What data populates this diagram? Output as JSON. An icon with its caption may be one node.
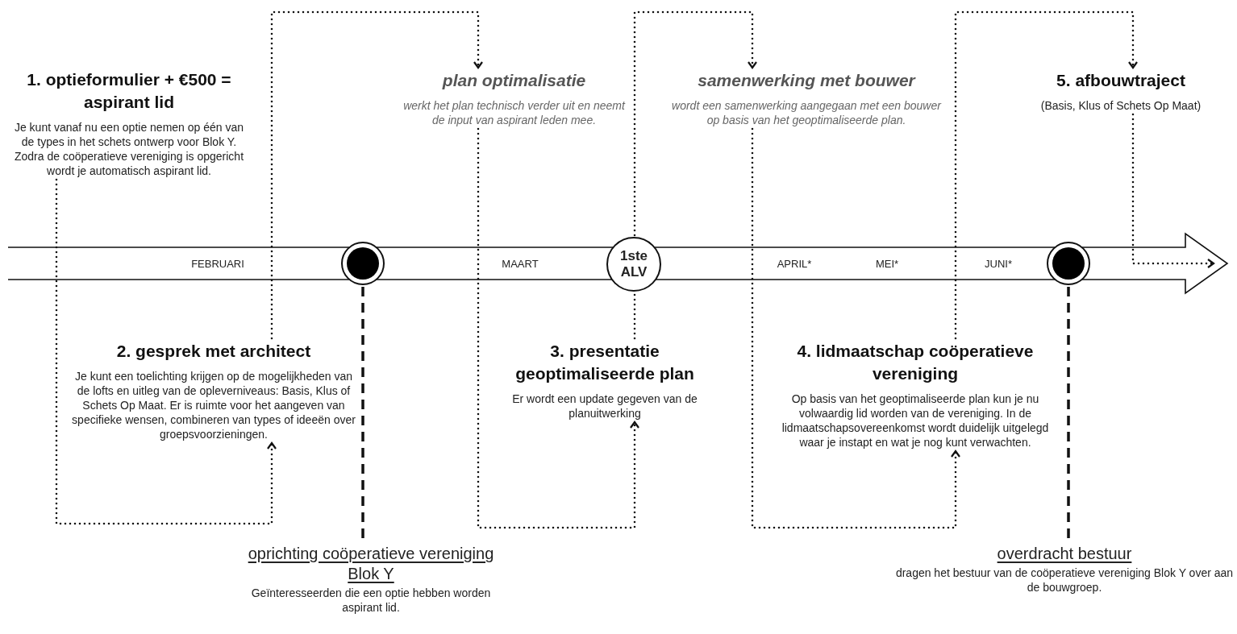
{
  "diagram": {
    "nodes": [
      {
        "text": [
          "1. optieformulier + €500 = aspirant lid",
          "Je kunt vanaf nu een optie nemen op één van de types in het schets ontwerp voor Blok Y. Zodra de coöperatieve vereniging is opgericht wordt je automatisch aspirant lid."
        ]
      },
      {
        "text": [
          "plan optimalisatie",
          "werkt het plan technisch verder uit en neemt de input van aspirant leden mee."
        ]
      },
      {
        "text": [
          "samenwerking met bouwer",
          "wordt een samenwerking aangegaan met een bouwer op basis van het geoptimaliseerde plan."
        ]
      },
      {
        "text": [
          "5. afbouwtraject",
          "(Basis, Klus of Schets Op Maat)"
        ]
      },
      {
        "text": [],
        "shape": "circle"
      },
      {
        "text": [
          "1ste ALV"
        ]
      },
      {
        "text": [],
        "shape": "circle"
      },
      {
        "text": [
          "2. gesprek met architect",
          "Je kunt een toelichting krijgen op de mogelijkheden van de lofts en uitleg van de opleverniveaus: Basis, Klus of Schets Op Maat. Er is ruimte voor het aangeven van specifieke wensen, combineren van types of ideeën over groepsvoorzieningen."
        ]
      },
      {
        "text": [
          "3. presentatie geoptimaliseerde plan",
          "Er wordt een update gegeven van de planuitwerking"
        ]
      },
      {
        "text": [
          "4. lidmaatschap coöperatieve vereniging",
          "Op basis van het geoptimaliseerde plan kun je nu volwaardig lid worden van de vereniging. In de lidmaatschapsovereenkomst wordt duidelijk uitgelegd waar je instapt en wat je nog kunt verwachten."
        ]
      },
      {
        "text": [
          "oprichting coöperatieve vereniging Blok Y",
          "Geïnteresseerden die een optie hebben worden aspirant lid."
        ]
      },
      {
        "text": [
          "overdracht bestuur",
          "dragen het bestuur van de coöperatieve vereniging Blok Y over aan de bouwgroep."
        ]
      }
    ],
    "edges": [
      {
        "from": 0,
        "to": 7,
        "arrow": "to"
      },
      {
        "from": 7,
        "to": 1,
        "arrow": "to"
      },
      {
        "from": 1,
        "to": 8,
        "arrow": "to"
      },
      {
        "from": 8,
        "to": 5,
        "arrow": "none"
      },
      {
        "from": 5,
        "to": 2,
        "arrow": "to"
      },
      {
        "from": 2,
        "to": 9,
        "arrow": "to"
      },
      {
        "from": 9,
        "to": 3,
        "arrow": "to"
      },
      {
        "from": 3,
        "to": null,
        "arrow": "to"
      },
      {
        "from": 4,
        "to": 10,
        "arrow": "none",
        "style": "dashed"
      },
      {
        "from": 6,
        "to": 11,
        "arrow": "none",
        "style": "dashed"
      }
    ],
    "labels": [
      "FEBRUARI",
      "MAART",
      "APRIL*",
      "MEI*",
      "JUNI*"
    ]
  }
}
